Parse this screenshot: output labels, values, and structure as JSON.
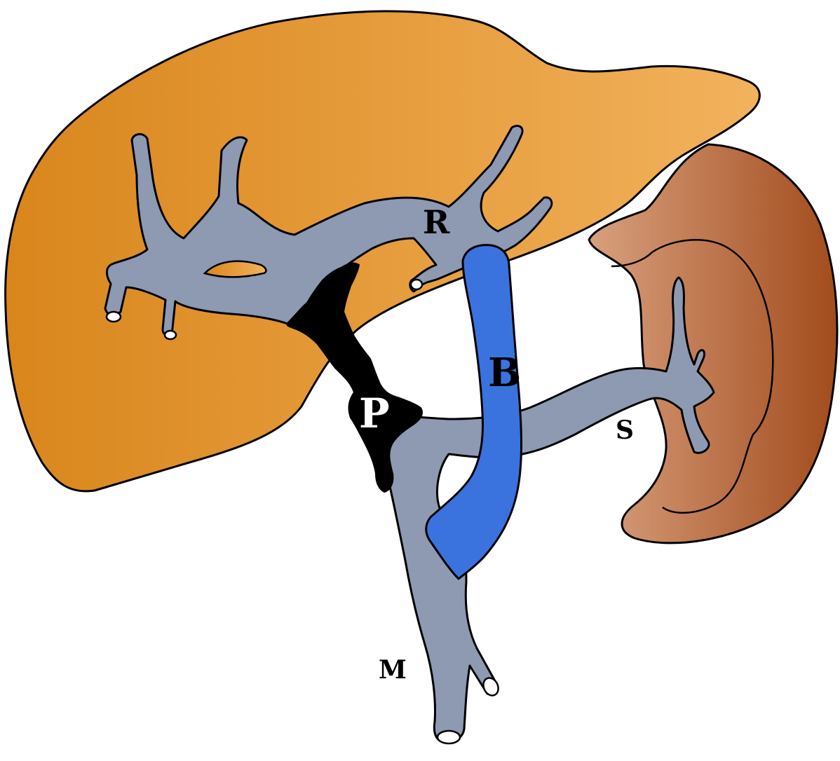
{
  "labels": {
    "R": "R",
    "B": "B",
    "P": "P",
    "S": "S",
    "M": "M"
  },
  "colors": {
    "liver_light": "#EEA84D",
    "liver_dark": "#D9861C",
    "spleen_light": "#D59A76",
    "spleen_dark": "#A44E1E",
    "vessel": "#8E99B2",
    "bypass": "#3A73DE",
    "obstruction": "#000000",
    "outline": "#000000"
  }
}
